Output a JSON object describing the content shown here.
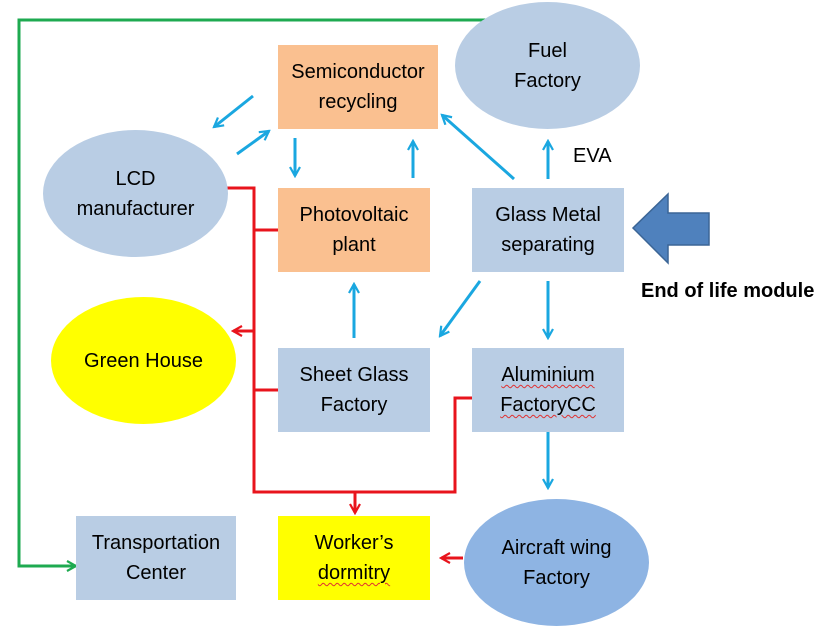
{
  "diagram": {
    "nodes": {
      "semiconductor": {
        "lines": [
          "Semiconductor",
          "recycling"
        ]
      },
      "fuel": {
        "lines": [
          "Fuel",
          "Factory"
        ]
      },
      "lcd": {
        "lines": [
          "LCD",
          "manufacturer"
        ]
      },
      "photovoltaic": {
        "lines": [
          "Photovoltaic",
          "plant"
        ]
      },
      "glass_metal": {
        "lines": [
          "Glass Metal",
          "separating"
        ]
      },
      "green_house": {
        "lines": [
          "Green House"
        ]
      },
      "sheet_glass": {
        "lines": [
          "Sheet Glass",
          "Factory"
        ]
      },
      "aluminium": {
        "lines": [
          "Aluminium",
          "FactoryCC"
        ]
      },
      "transportation": {
        "lines": [
          "Transportation",
          "Center"
        ]
      },
      "dormitry": {
        "lines": [
          "Worker’s",
          "dormitry"
        ]
      },
      "aircraft": {
        "lines": [
          "Aircraft wing",
          "Factory"
        ]
      }
    },
    "labels": {
      "eva": "EVA",
      "end_of_life": "End of life module"
    },
    "colors": {
      "node_blue": "#b9cde4",
      "node_orange": "#fac090",
      "node_yellow": "#ffff00",
      "node_dark_blue": "#8eb4e3",
      "arrow_cyan": "#1aa7e0",
      "connector_red": "#e8141c",
      "connector_green": "#1eaa50",
      "block_arrow": "#4f81bd"
    },
    "edges": [
      {
        "from": "semiconductor",
        "to": "lcd",
        "color": "cyan"
      },
      {
        "from": "lcd",
        "to": "semiconductor",
        "color": "cyan"
      },
      {
        "from": "semiconductor",
        "to": "photovoltaic",
        "color": "cyan"
      },
      {
        "from": "photovoltaic",
        "to": "semiconductor",
        "color": "cyan"
      },
      {
        "from": "glass_metal",
        "to": "semiconductor",
        "color": "cyan"
      },
      {
        "from": "glass_metal",
        "to": "fuel",
        "color": "cyan",
        "label": "EVA"
      },
      {
        "from": "glass_metal",
        "to": "sheet_glass",
        "color": "cyan"
      },
      {
        "from": "glass_metal",
        "to": "aluminium",
        "color": "cyan"
      },
      {
        "from": "sheet_glass",
        "to": "photovoltaic",
        "color": "cyan"
      },
      {
        "from": "aluminium",
        "to": "aircraft",
        "color": "cyan"
      },
      {
        "from": "lcd",
        "to": "green_house",
        "color": "red"
      },
      {
        "from": "photovoltaic",
        "to": "green_house",
        "color": "red"
      },
      {
        "from": "sheet_glass",
        "to": "green_house",
        "color": "red"
      },
      {
        "from": "lcd",
        "to": "dormitry",
        "color": "red"
      },
      {
        "from": "aluminium",
        "to": "dormitry",
        "color": "red"
      },
      {
        "from": "aircraft",
        "to": "dormitry",
        "color": "red"
      },
      {
        "from": "fuel",
        "to": "transportation",
        "color": "green"
      },
      {
        "from": "end_of_life",
        "to": "glass_metal",
        "color": "block"
      }
    ]
  }
}
